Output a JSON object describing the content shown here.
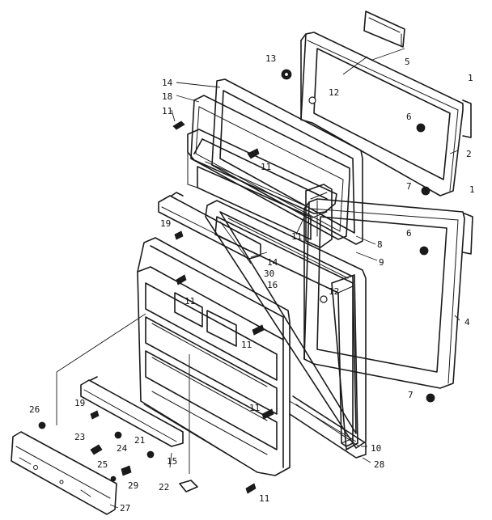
{
  "diagram": {
    "callouts": {
      "c1a": "1",
      "c1b": "1",
      "c2": "2",
      "c4": "4",
      "c5": "5",
      "c6a": "6",
      "c6b": "6",
      "c7a": "7",
      "c7b": "7",
      "c8": "8",
      "c9": "9",
      "c10": "10",
      "c11a": "11",
      "c11b": "11",
      "c11c": "11",
      "c11d": "11",
      "c11e": "11",
      "c11f": "11",
      "c12a": "12",
      "c12b": "12",
      "c13": "13",
      "c14a": "14",
      "c14b": "14",
      "c15": "15",
      "c16": "16",
      "c18": "18",
      "c19a": "19",
      "c19b": "19",
      "c21": "21",
      "c22": "22",
      "c23": "23",
      "c24": "24",
      "c25": "25",
      "c26": "26",
      "c27": "27",
      "c28": "28",
      "c29": "29",
      "c30": "30"
    }
  }
}
